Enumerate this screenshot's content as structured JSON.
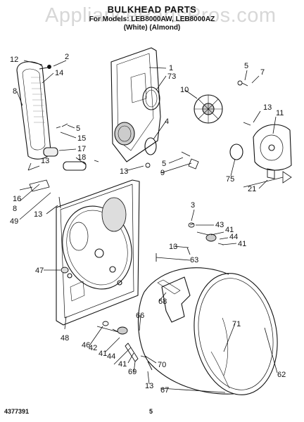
{
  "header": {
    "title": "BULKHEAD PARTS",
    "models": "For Models: LEB8000AW, LEB8000AZ",
    "colors": "(White)     (Almond)"
  },
  "watermark": "AppliancePartsPros.com",
  "footer": {
    "doc_number": "4377391",
    "page_number": "5"
  },
  "callouts": [
    "12",
    "2",
    "14",
    "1",
    "73",
    "5",
    "7",
    "10",
    "8",
    "13",
    "11",
    "4",
    "5",
    "15",
    "17",
    "18",
    "13",
    "5",
    "9",
    "75",
    "21",
    "13",
    "16",
    "8",
    "49",
    "13",
    "3",
    "43",
    "41",
    "44",
    "41",
    "13",
    "63",
    "47",
    "68",
    "71",
    "66",
    "48",
    "46",
    "42",
    "41",
    "44",
    "41",
    "69",
    "70",
    "13",
    "62",
    "67"
  ]
}
